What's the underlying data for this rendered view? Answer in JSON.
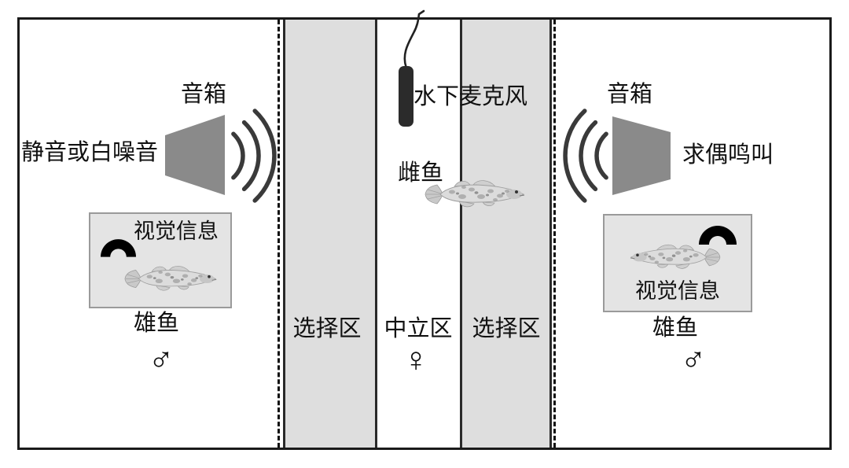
{
  "figure": {
    "description_labels": {
      "left_choice_zone": "选择区",
      "neutral_zone": "中立区",
      "right_choice_zone": "选择区"
    }
  },
  "colors": {
    "background": "#ffffff",
    "tank_border": "#1a1a1a",
    "zone_fill": "#dedede",
    "zone_border": "#2a2a2a",
    "dashed_color": "#111111",
    "speaker_fill": "#8a8a8a",
    "wave_color": "#3a3a3a",
    "mic_fill": "#2b2b2b",
    "visual_box_fill": "#e4e4e4",
    "visual_box_border": "#9a9a9a",
    "arc_icon_color": "#000000",
    "text_color": "#111111"
  },
  "left_section": {
    "speaker_label": "音箱",
    "stimulus_label": "静音或白噪音",
    "visual_box_label": "视觉信息",
    "fish_label": "雄鱼",
    "gender_symbol": "♂"
  },
  "center_section": {
    "microphone_label": "水下麦克风",
    "fish_label": "雌鱼",
    "gender_symbol": "♀"
  },
  "right_section": {
    "speaker_label": "音箱",
    "stimulus_label": "求偶鸣叫",
    "visual_box_label": "视觉信息",
    "fish_label": "雄鱼",
    "gender_symbol": "♂"
  }
}
